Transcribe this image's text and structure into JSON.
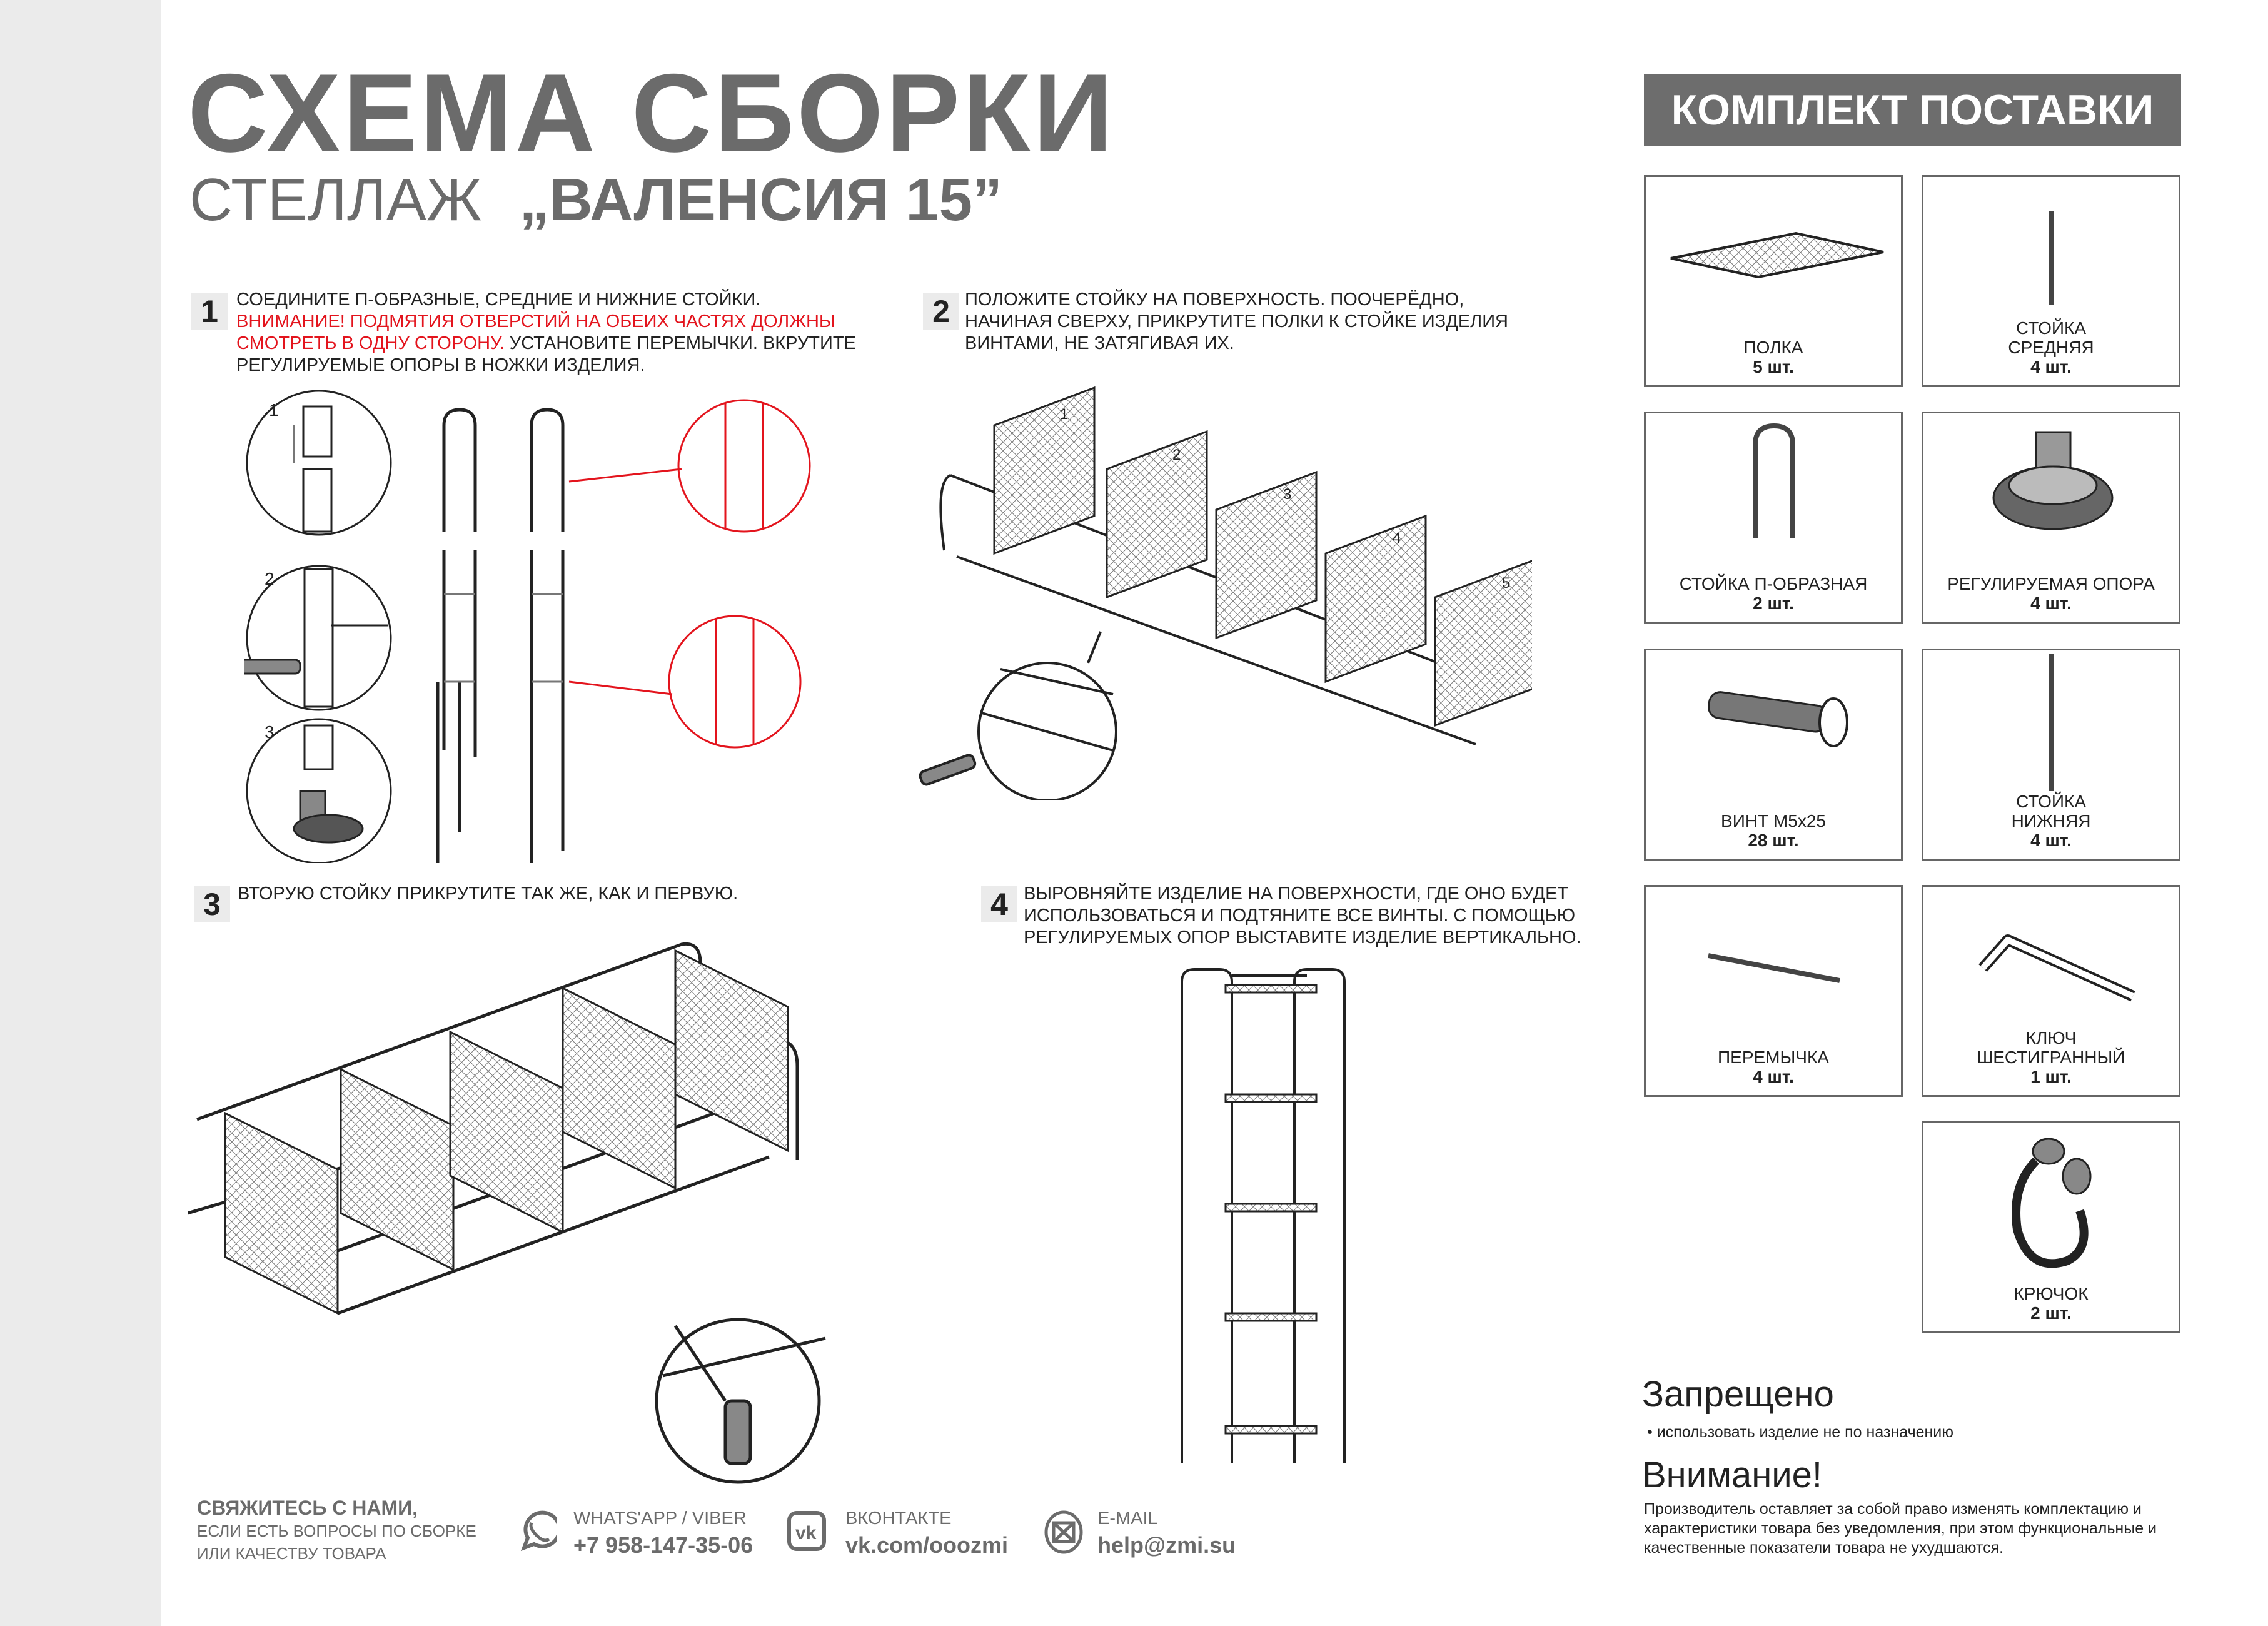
{
  "header": {
    "title": "СХЕМА СБОРКИ",
    "subtitle_left": "СТЕЛЛАЖ",
    "subtitle_model": "„ВАЛЕНСИЯ 15”"
  },
  "steps": [
    {
      "number": "1",
      "text_a": "СОЕДИНИТЕ П-ОБРАЗНЫЕ, СРЕДНИЕ И НИЖНИЕ СТОЙКИ.",
      "warning": "ВНИМАНИЕ! ПОДМЯТИЯ ОТВЕРСТИЙ НА ОБЕИХ ЧАСТЯХ ДОЛЖНЫ СМОТРЕТЬ В ОДНУ СТОРОНУ.",
      "text_b": "УСТАНОВИТЕ ПЕРЕМЫЧКИ. ВКРУТИТЕ РЕГУЛИРУЕМЫЕ ОПОРЫ В НОЖКИ ИЗДЕЛИЯ.",
      "callouts": [
        "1",
        "2",
        "3"
      ]
    },
    {
      "number": "2",
      "text": "ПОЛОЖИТЕ СТОЙКУ НА ПОВЕРХНОСТЬ. ПООЧЕРЁДНО, НАЧИНАЯ СВЕРХУ, ПРИКРУТИТЕ ПОЛКИ К СТОЙКЕ ИЗДЕЛИЯ ВИНТАМИ, НЕ ЗАТЯГИВАЯ ИХ.",
      "shelf_numbers": [
        "1",
        "2",
        "3",
        "4",
        "5"
      ]
    },
    {
      "number": "3",
      "text": "ВТОРУЮ СТОЙКУ ПРИКРУТИТЕ ТАК ЖЕ, КАК И ПЕРВУЮ."
    },
    {
      "number": "4",
      "text": "ВЫРОВНЯЙТЕ ИЗДЕЛИЕ НА ПОВЕРХНОСТИ, ГДЕ ОНО БУДЕТ ИСПОЛЬЗОВАТЬСЯ И ПОДТЯНИТЕ ВСЕ ВИНТЫ. С ПОМОЩЬЮ РЕГУЛИРУЕМЫХ ОПОР ВЫСТАВИТЕ ИЗДЕЛИЕ ВЕРТИКАЛЬНО."
    }
  ],
  "kit": {
    "title": "КОМПЛЕКТ ПОСТАВКИ",
    "items": [
      {
        "name": "ПОЛКА",
        "qty": "5 шт.",
        "icon": "shelf"
      },
      {
        "name": "СТОЙКА СРЕДНЯЯ",
        "qty": "4 шт.",
        "icon": "middle-post"
      },
      {
        "name": "СТОЙКА П-ОБРАЗНАЯ",
        "qty": "2 шт.",
        "icon": "u-post"
      },
      {
        "name": "РЕГУЛИРУЕМАЯ ОПОРА",
        "qty": "4 шт.",
        "icon": "adjustable-foot"
      },
      {
        "name": "ВИНТ М5х25",
        "qty": "28 шт.",
        "icon": "screw"
      },
      {
        "name": "СТОЙКА НИЖНЯЯ",
        "qty": "4 шт.",
        "icon": "bottom-post"
      },
      {
        "name": "ПЕРЕМЫЧКА",
        "qty": "4 шт.",
        "icon": "crossbar"
      },
      {
        "name": "КЛЮЧ ШЕСТИГРАННЫЙ",
        "qty": "1 шт.",
        "icon": "hex-key"
      },
      {
        "name": "КРЮЧОК",
        "qty": "2 шт.",
        "icon": "hook"
      }
    ]
  },
  "notes": {
    "forbidden_title": "Запрещено",
    "forbidden_item": "использовать изделие не по назначению",
    "attention_title": "Внимание!",
    "attention_text": "Производитель оставляет за собой право изменять комплектацию и характеристики товара без уведомления, при этом функциональные и качественные показатели товара не ухудшаются."
  },
  "contact": {
    "title": "СВЯЖИТЕСЬ С НАМИ,",
    "line1": "ЕСЛИ ЕСТЬ ВОПРОСЫ ПО СБОРКЕ",
    "line2": "ИЛИ КАЧЕСТВУ ТОВАРА",
    "channels": [
      {
        "label": "WHATS'APP / VIBER",
        "value": "+7 958-147-35-06",
        "icon": "whatsapp"
      },
      {
        "label": "ВКОНТАКТЕ",
        "value": "vk.com/ooozmi",
        "icon": "vk"
      },
      {
        "label": "E-MAIL",
        "value": "help@zmi.su",
        "icon": "email"
      }
    ]
  },
  "colors": {
    "gray": "#6b6b6b",
    "red": "#e3141d",
    "badge": "#ebebeb"
  }
}
